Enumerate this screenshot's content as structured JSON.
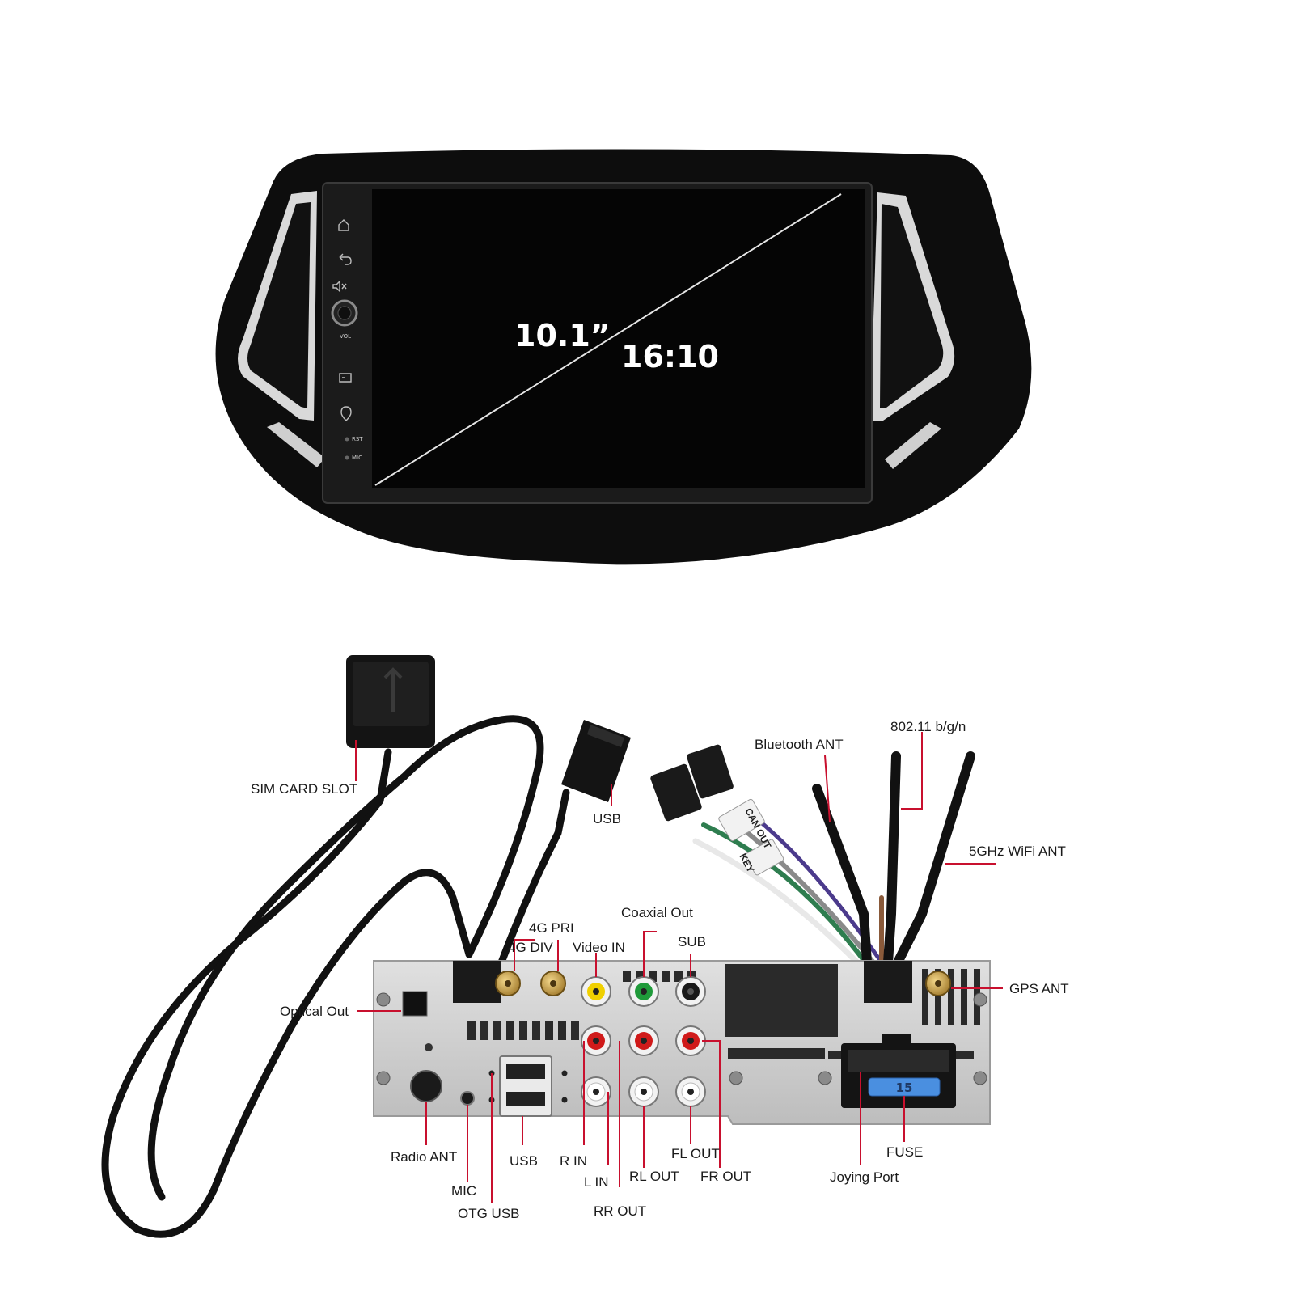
{
  "screen": {
    "size_label": "10.1”",
    "ratio_label": "16:10",
    "side_buttons": {
      "reset": "RST",
      "mic": "MIC",
      "vol": "VOL"
    }
  },
  "labels": {
    "sim_card_slot": "SIM CARD SLOT",
    "usb_top": "USB",
    "bluetooth_ant": "Bluetooth ANT",
    "wifi_24": "802.11 b/g/n",
    "wifi_5g": "5GHz WiFi ANT",
    "pri_4g": "4G PRI",
    "div_4g": "4G DIV",
    "video_in": "Video IN",
    "coaxial_out": "Coaxial Out",
    "sub": "SUB",
    "gps_ant": "GPS ANT",
    "optical_out": "Optical Out",
    "radio_ant": "Radio ANT",
    "mic": "MIC",
    "usb_bottom": "USB",
    "otg_usb": "OTG USB",
    "r_in": "R IN",
    "l_in": "L IN",
    "rr_out": "RR OUT",
    "rl_out": "RL OUT",
    "fl_out": "FL OUT",
    "fr_out": "FR OUT",
    "fuse": "FUSE",
    "joying_port": "Joying Port"
  },
  "stickers": {
    "can_out": "CAN OUT",
    "key": "KEY",
    "fuse_value": "15"
  },
  "colors": {
    "leader": "#c8102e",
    "bezel": "#0d0d0d",
    "chassis": "#cfcfcf",
    "fuse": "#4a8fe0",
    "antenna_gold": "#c9a24a"
  }
}
